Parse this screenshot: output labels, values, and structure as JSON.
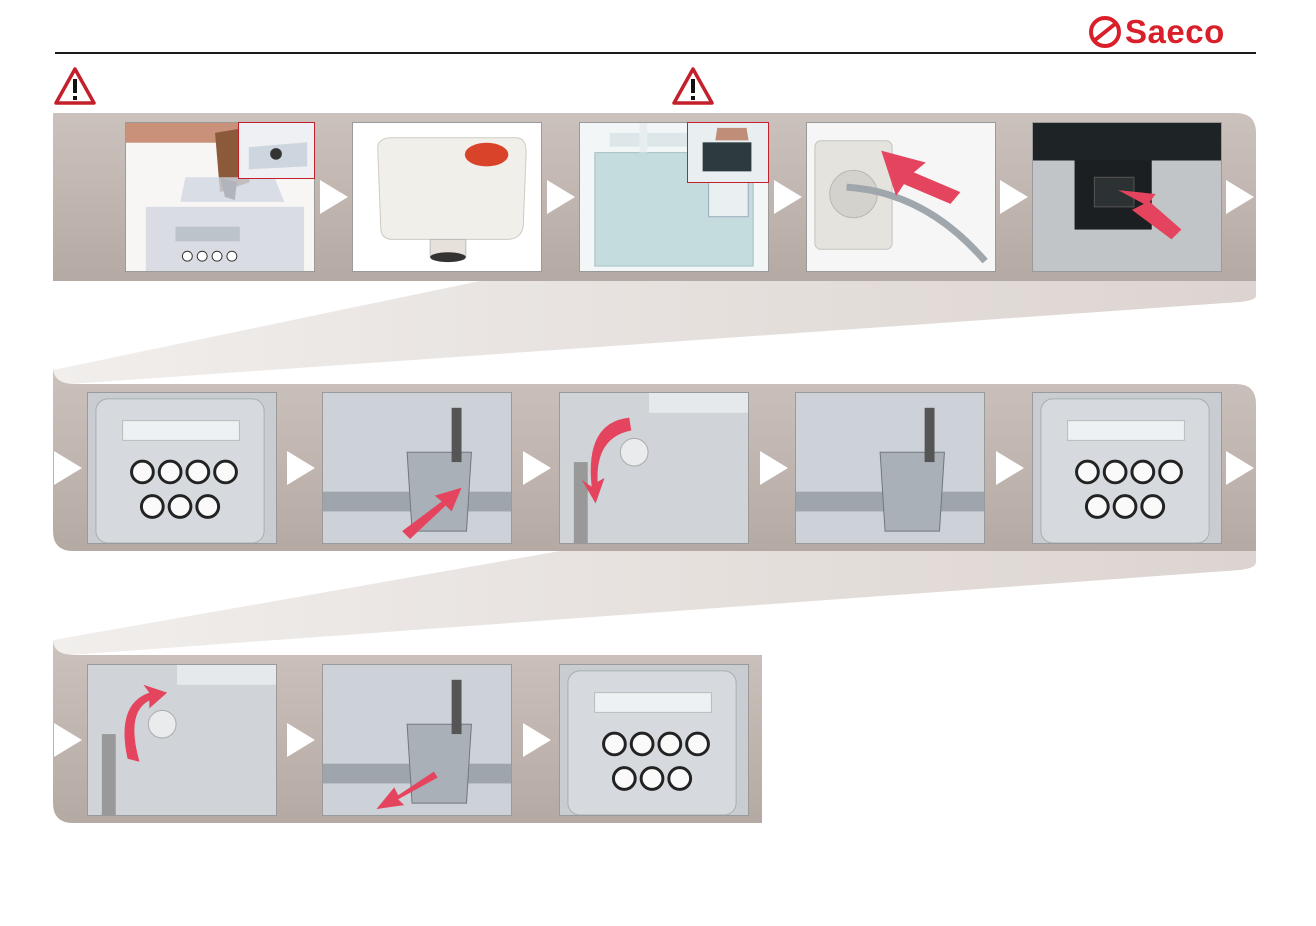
{
  "brand": {
    "name": "Saeco",
    "color": "#d9202a"
  },
  "icons": {
    "warning": "warning-triangle-icon",
    "next_step": "arrow-right-icon"
  },
  "colors": {
    "band": "#b8aca6",
    "accent_arrow": "#e4445e",
    "warning_red": "#c3202b"
  },
  "steps": {
    "row1": [
      "fill-water-tank",
      "water-filter",
      "insert-water-tank",
      "plug-power-cord",
      "press-power-switch"
    ],
    "row2": [
      "control-panel",
      "place-container-under-steam-wand",
      "open-steam-knob",
      "container-filling",
      "control-panel"
    ],
    "row3": [
      "close-steam-knob",
      "remove-container",
      "control-panel"
    ]
  }
}
